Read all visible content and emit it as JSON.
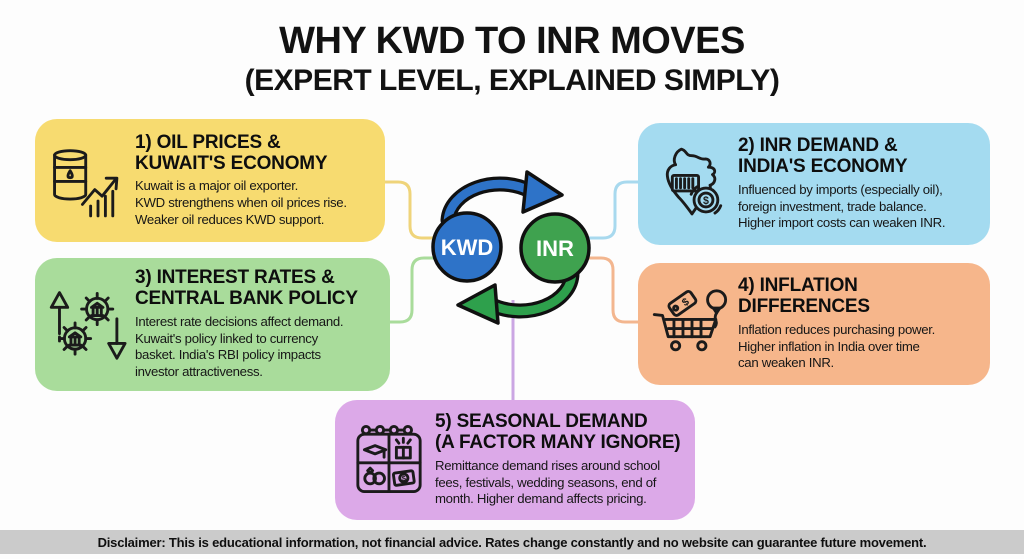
{
  "title": "WHY KWD TO INR MOVES",
  "subtitle": "(EXPERT LEVEL, EXPLAINED SIMPLY)",
  "center": {
    "left_currency": "KWD",
    "right_currency": "INR"
  },
  "glyphs": {
    "dollar": "$"
  },
  "cards": [
    {
      "icon": "oil-barrel-chart-icon",
      "heading": "1) OIL PRICES &\nKUWAIT'S ECONOMY",
      "body": "Kuwait is a major oil exporter.\nKWD strengthens when oil prices rise.\nWeaker oil reduces KWD support.",
      "color": "#F7DB70"
    },
    {
      "icon": "india-map-trade-icon",
      "heading": "2) INR DEMAND &\nINDIA'S ECONOMY",
      "body": "Influenced by imports (especially oil),\nforeign investment, trade balance.\nHigher import costs can weaken INR.",
      "color": "#A4DBF0"
    },
    {
      "icon": "gears-central-bank-icon",
      "heading": "3) INTEREST RATES &\nCENTRAL BANK POLICY",
      "body": "Interest rate decisions affect demand.\nKuwait's policy linked to currency\nbasket. India's RBI policy impacts\ninvestor attractiveness.",
      "color": "#A9DC9B"
    },
    {
      "icon": "shopping-cart-inflation-icon",
      "heading": "4) INFLATION\nDIFFERENCES",
      "body": "Inflation reduces purchasing power.\nHigher inflation in India over time\ncan weaken INR.",
      "color": "#F6B68B"
    },
    {
      "icon": "calendar-seasonal-icon",
      "heading": "5) SEASONAL DEMAND\n(A FACTOR MANY IGNORE)",
      "body": "Remittance demand rises around school\nfees, festivals, wedding seasons, end of\nmonth. Higher demand affects pricing.",
      "color": "#DCA9E8"
    }
  ],
  "colors": {
    "kwd_circle": "#2E73C8",
    "inr_circle": "#3FA24F",
    "arrow_top": "#2E73C8",
    "arrow_bottom": "#2EA04C",
    "connector_yellow": "#EFD47A",
    "connector_blue": "#A8D9EE",
    "connector_green": "#A9DC9B",
    "connector_orange": "#F3B68F",
    "connector_purple": "#CBA6E3",
    "disclaimer_bg": "#CBCBCB"
  },
  "disclaimer": "Disclaimer: This is educational information, not financial advice. Rates change constantly and no website can guarantee future movement."
}
